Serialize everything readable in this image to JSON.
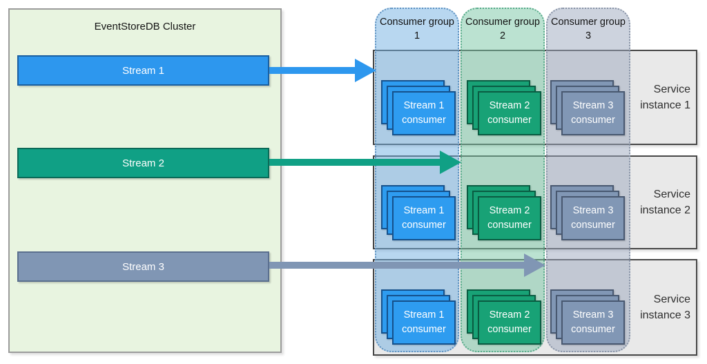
{
  "cluster": {
    "title": "EventStoreDB Cluster",
    "background_color": "#e8f4e0",
    "streams": [
      {
        "label": "Stream 1",
        "color": "#2d97ee",
        "border_color": "#1a5fa0"
      },
      {
        "label": "Stream 2",
        "color": "#10a085",
        "border_color": "#0b6a58"
      },
      {
        "label": "Stream 3",
        "color": "#8096b4",
        "border_color": "#5a6f8e"
      }
    ]
  },
  "consumer_groups": [
    {
      "label": "Consumer group 1",
      "consumer_label": "Stream 1 consumer",
      "column_color": "#b9d8f1",
      "card_color": "#2e9cf0",
      "card_border_color": "#15518c"
    },
    {
      "label": "Consumer group 2",
      "consumer_label": "Stream 2 consumer",
      "column_color": "#bce3d2",
      "card_color": "#18a276",
      "card_border_color": "#0a5c42"
    },
    {
      "label": "Consumer group 3",
      "consumer_label": "Stream 3 consumer",
      "column_color": "#ced4df",
      "card_color": "#8197b5",
      "card_border_color": "#485870"
    }
  ],
  "service_instances": [
    {
      "label": "Service instance 1"
    },
    {
      "label": "Service instance 2"
    },
    {
      "label": "Service instance 3"
    }
  ],
  "arrows": [
    {
      "from": "Stream 1",
      "to": "Consumer group 1",
      "color": "#2d97ee"
    },
    {
      "from": "Stream 2",
      "to": "Consumer group 2",
      "color": "#10a085"
    },
    {
      "from": "Stream 3",
      "to": "Consumer group 3",
      "color": "#8096b4"
    }
  ]
}
